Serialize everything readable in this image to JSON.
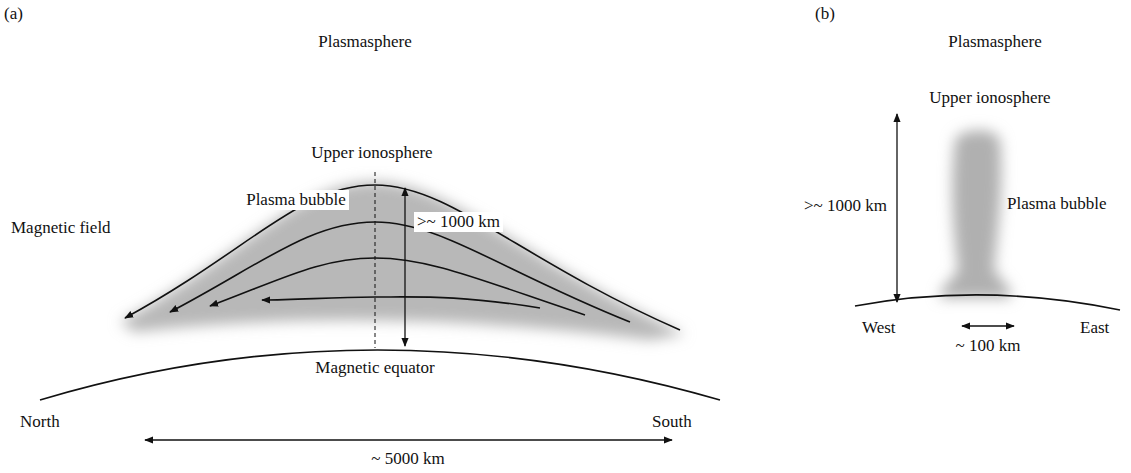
{
  "diagram": {
    "labels": [
      "(a)",
      "Plasmasphere",
      "Upper ionosphere",
      ">~ 1000 km",
      "Plasma bubble",
      "Magnetic field",
      "Magnetic equator",
      "North",
      "South",
      "~ 5000 km",
      "(b)",
      "Plasmasphere",
      "Upper ionosphere",
      "Plasma bubble",
      ">~ 1000 km",
      "West",
      "East",
      "~ 100 km"
    ]
  }
}
